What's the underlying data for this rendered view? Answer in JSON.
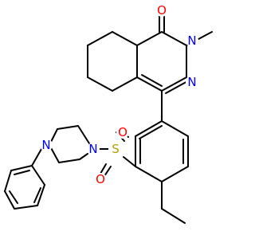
{
  "colors": {
    "background": "#ffffff",
    "bond": "#000000",
    "O": "#ff0000",
    "N": "#0000ff",
    "S": "#b3a100"
  },
  "atoms": [
    {
      "label": "O",
      "element": "O"
    },
    {
      "label": "N",
      "element": "N"
    },
    {
      "label": "N",
      "element": "N"
    },
    {
      "label": "S",
      "element": "S"
    },
    {
      "label": "O",
      "element": "O"
    },
    {
      "label": "O",
      "element": "O"
    },
    {
      "label": "N",
      "element": "N"
    },
    {
      "label": "N",
      "element": "N"
    }
  ]
}
